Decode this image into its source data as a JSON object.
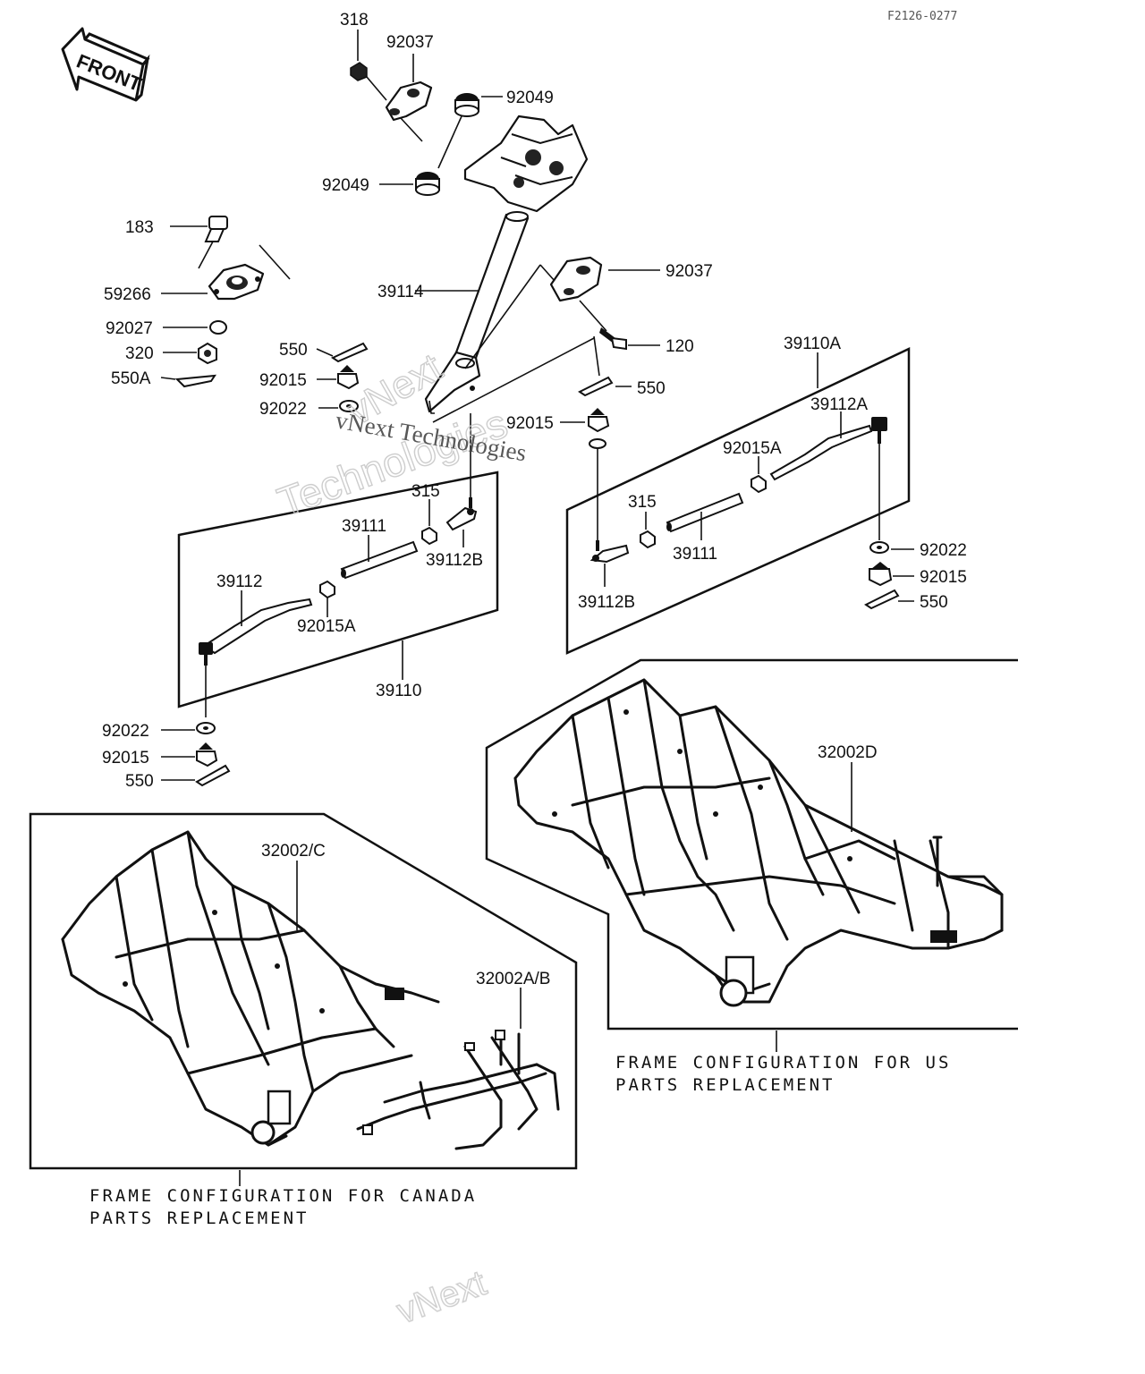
{
  "diagram_code": "F2126-0277",
  "front_label": "FRONT",
  "watermark": {
    "line1": "vNext",
    "line2": "Technologies",
    "line3": "vNext Technologies",
    "bottom": "vNext"
  },
  "parts": {
    "p318": "318",
    "p92037_top": "92037",
    "p92049_top": "92049",
    "p92049_mid": "92049",
    "p183": "183",
    "p59266": "59266",
    "p92027": "92027",
    "p320": "320",
    "p550A": "550A",
    "p550_left": "550",
    "p92015_left": "92015",
    "p92022_left": "92022",
    "p39114": "39114",
    "p92037_right": "92037",
    "p120": "120",
    "p550_mid": "550",
    "p39110A": "39110A",
    "p39112A": "39112A",
    "p92015_mid": "92015",
    "p92015A_right": "92015A",
    "p315_left": "315",
    "p39111_left": "39111",
    "p39112B_left": "39112B",
    "p39112": "39112",
    "p92015A_left": "92015A",
    "p39110": "39110",
    "p315_right": "315",
    "p39111_right": "39111",
    "p39112B_right": "39112B",
    "p92022_right": "92022",
    "p92015_right": "92015",
    "p550_right": "550",
    "p92022_bottom": "92022",
    "p92015_bottom": "92015",
    "p550_bottom": "550",
    "p32002D": "32002D",
    "p32002C": "32002/C",
    "p32002AB": "32002A/B"
  },
  "notes": {
    "us_line1": "FRAME CONFIGURATION FOR US",
    "us_line2": "PARTS REPLACEMENT",
    "canada_line1": "FRAME CONFIGURATION FOR CANADA",
    "canada_line2": "PARTS REPLACEMENT"
  }
}
